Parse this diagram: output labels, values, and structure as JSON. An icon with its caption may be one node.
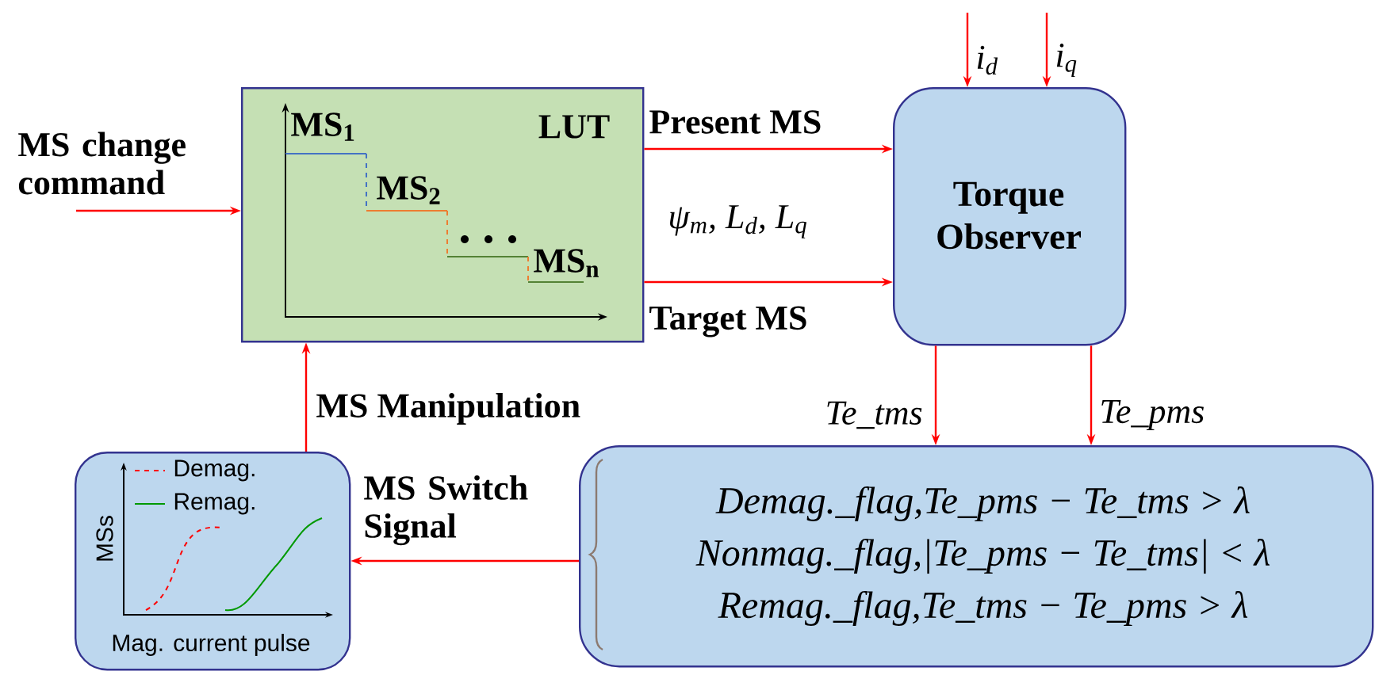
{
  "diagram": {
    "nodes": [
      {
        "text": [
          "LUT"
        ]
      },
      {
        "text": [
          "Torque Observer"
        ]
      },
      {
        "text": [
          "Demag._flag,Te_pms − Te_tms > λ",
          "Nonmag._flag,|Te_pms − Te_tms| < λ",
          "Remag._flag,Te_tms − Te_pms > λ"
        ]
      },
      {
        "text": [
          "Demag.",
          "Remag.",
          "MSs",
          "Mag. current pulse"
        ]
      }
    ],
    "edges": [
      {
        "from": null,
        "to": 0,
        "arrow": "to",
        "label": "MS change command"
      },
      {
        "from": 0,
        "to": 1,
        "arrow": "to",
        "label": "Present MS"
      },
      {
        "from": 0,
        "to": 1,
        "arrow": "to",
        "label": "Target MS"
      },
      {
        "from": null,
        "to": 1,
        "arrow": "to",
        "label": "i$_{d}$"
      },
      {
        "from": null,
        "to": 1,
        "arrow": "to",
        "label": "i$_{q}$"
      },
      {
        "from": 1,
        "to": 2,
        "arrow": "to",
        "label": "Te_tms"
      },
      {
        "from": 1,
        "to": 2,
        "arrow": "to",
        "label": "Te_pms"
      },
      {
        "from": 2,
        "to": 3,
        "arrow": "to",
        "label": "MS Switch Signal"
      },
      {
        "from": 3,
        "to": 0,
        "arrow": "to",
        "label": "MS Manipulation"
      }
    ],
    "labels": [
      "ψ$_{m}$, L$_{d}$, L$_{q}$",
      "MS$_{1}$",
      "MS$_{2}$",
      "MS$_{n}$"
    ]
  }
}
